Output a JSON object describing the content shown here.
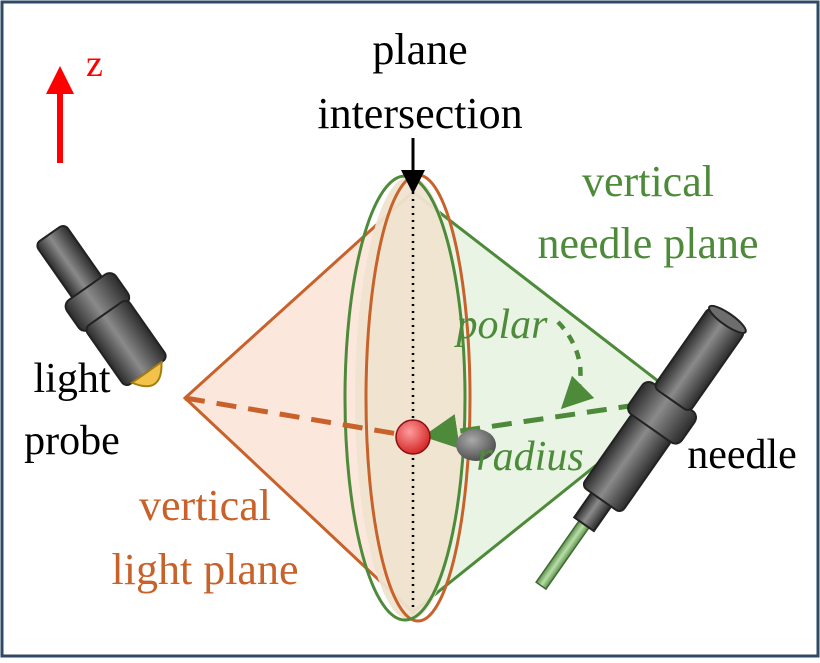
{
  "colors": {
    "border": "#2f4a66",
    "z_arrow": "#ff0000",
    "light_plane": "#c8622a",
    "light_plane_fill": "#fbe3d6",
    "needle_plane": "#4d8a3a",
    "needle_plane_fill": "#e6f2e0",
    "intersection_fill": "#efe4d0",
    "probe_body": "#555555",
    "probe_tip": "#f2c24a",
    "needle_tube": "#8cc07a",
    "target": "#e23b3b",
    "black": "#000000"
  },
  "labels": {
    "z_axis": "z",
    "plane_intersection_line1": "plane",
    "plane_intersection_line2": "intersection",
    "vertical_needle_plane_line1": "vertical",
    "vertical_needle_plane_line2": "needle plane",
    "polar": "polar",
    "radius": "radius",
    "light_probe_line1": "light",
    "light_probe_line2": "probe",
    "needle": "needle",
    "vertical_light_plane_line1": "vertical",
    "vertical_light_plane_line2": "light plane"
  },
  "icons": {
    "light_probe": "light-probe-icon",
    "needle": "needle-icon",
    "target": "target-point-icon",
    "needle_tip": "needle-tip-icon"
  }
}
